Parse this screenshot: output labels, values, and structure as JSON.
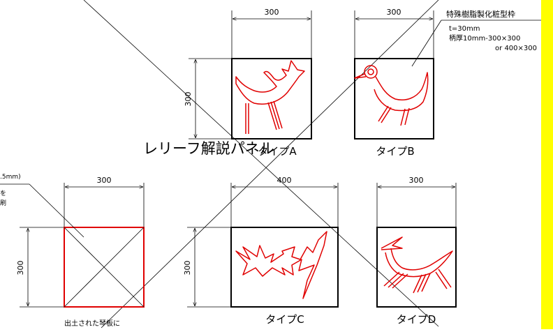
{
  "title": "レリーフ解説パネル",
  "panels": {
    "a": {
      "label": "タイプA",
      "width": "300",
      "height": "300"
    },
    "b": {
      "label": "タイプB",
      "width": "300"
    },
    "c": {
      "label": "タイプC",
      "width": "400",
      "height": "300"
    },
    "d": {
      "label": "タイプD",
      "width": "300"
    },
    "left": {
      "width": "300",
      "height": "300"
    }
  },
  "annotation": {
    "heading": "特殊樹脂製化粧型枠",
    "line1": "t=30mm",
    "line2": "柄厚10mm-300×300",
    "line3": "or 400×300"
  },
  "left_note": {
    "fragment1": ".5mm)",
    "fragment2": "を",
    "fragment3": "刷"
  },
  "bottom_caption": "出土された琴板に",
  "colors": {
    "line": "#000000",
    "relief": "#e00000",
    "accent_bar": "#ffff00"
  }
}
